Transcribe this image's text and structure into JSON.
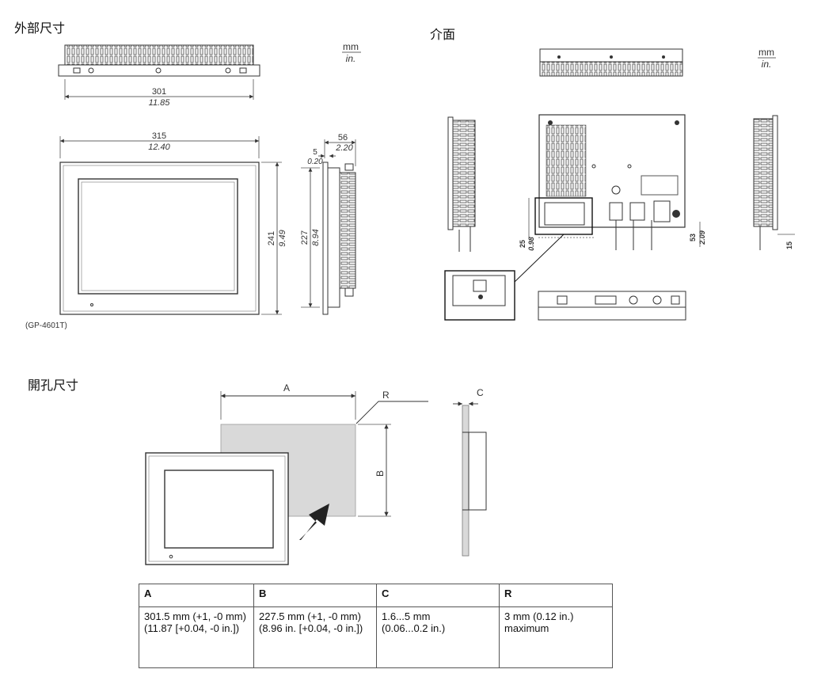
{
  "headings": {
    "dimensions": "外部尺寸",
    "interface": "介面",
    "cutout": "開孔尺寸"
  },
  "units": {
    "mm": "mm",
    "in": "in."
  },
  "dimensions": {
    "top_width_mm": "301",
    "top_width_in": "11.85",
    "front_width_mm": "315",
    "front_width_in": "12.40",
    "front_height_mm": "241",
    "front_height_in": "9.49",
    "depth_mm": "56",
    "depth_in": "2.20",
    "bezel_mm": "5",
    "bezel_in": "0.20",
    "body_height_mm": "227",
    "body_height_in": "8.94",
    "model": "(GP-4601T)"
  },
  "interface_dims": {
    "left_mm": "25",
    "left_in": "0.98",
    "right_mm": "53",
    "right_in": "2.09",
    "side_mm": "15"
  },
  "cutout_labels": {
    "a": "A",
    "b": "B",
    "c": "C",
    "r": "R"
  },
  "table": {
    "headers": [
      "A",
      "B",
      "C",
      "R"
    ],
    "cells": [
      "301.5 mm (+1, -0 mm)\n(11.87 [+0.04, -0 in.])",
      "227.5 mm (+1, -0 mm)\n(8.96 in. [+0.04, -0 in.])",
      "1.6...5 mm\n(0.06...0.2 in.)",
      "3 mm (0.12 in.)\nmaximum"
    ]
  }
}
